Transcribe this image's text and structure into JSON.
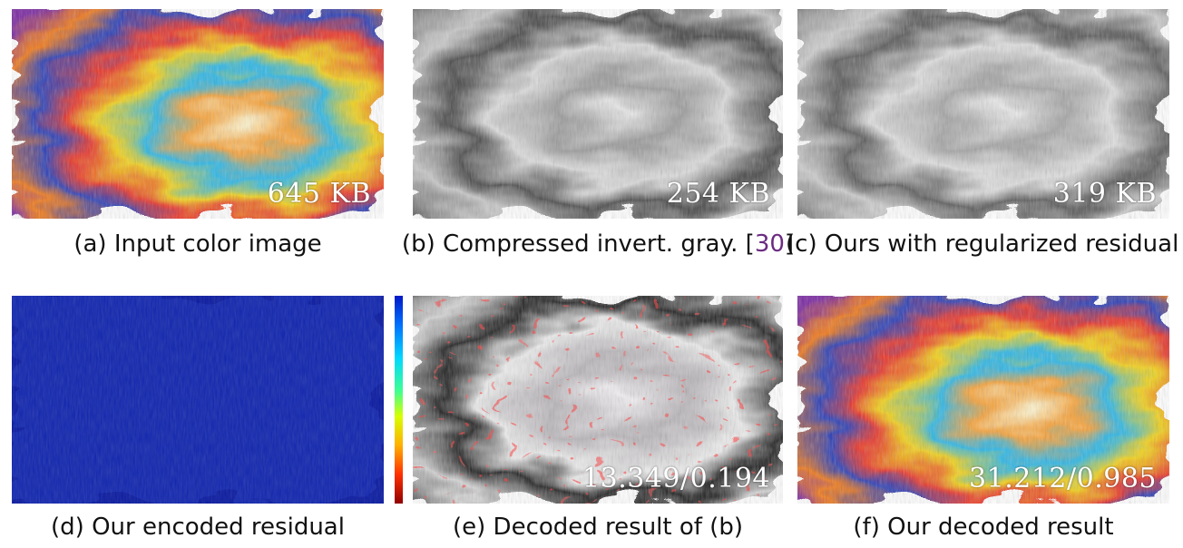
{
  "panels": [
    {
      "id": "a",
      "overlay": "645 KB",
      "caption": "(a) Input color image"
    },
    {
      "id": "b",
      "overlay": "254 KB",
      "caption_main": "(b) Compressed invert. gray. [",
      "caption_cite": "30",
      "caption_end": "]"
    },
    {
      "id": "c",
      "overlay": "319 KB",
      "caption": "(c) Ours with regularized residual"
    },
    {
      "id": "d",
      "overlay": "",
      "caption": "(d) Our encoded residual"
    },
    {
      "id": "e",
      "overlay": "13.349/0.194",
      "caption": "(e) Decoded result of (b)"
    },
    {
      "id": "f",
      "overlay": "31.212/0.985",
      "caption": "(f) Our decoded result"
    }
  ],
  "colors": {
    "cite": "#6b2a82",
    "residual_bg": "#0a1aa0"
  }
}
